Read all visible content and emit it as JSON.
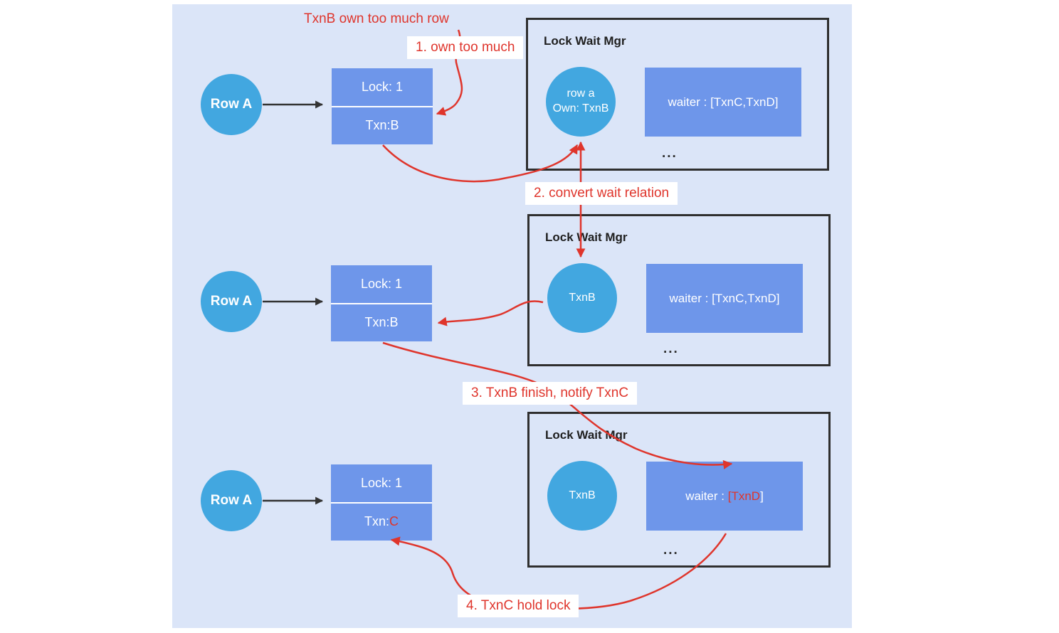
{
  "annotations": {
    "top_note": "TxnB own too much row",
    "step1": "1. own too much",
    "step2": "2. convert wait relation",
    "step3": "3. TxnB finish, notify TxnC",
    "step4": "4. TxnC hold lock"
  },
  "rows": [
    {
      "row_label": "Row A",
      "lock_cell": "Lock: 1",
      "txn_prefix": "Txn: ",
      "txn_value": "B",
      "mgr": {
        "title": "Lock Wait Mgr",
        "node_line1": "row a",
        "node_line2": "Own: TxnB",
        "waiter_prefix": "waiter : ",
        "waiter_value": "[TxnC,TxnD]",
        "ellipsis": "..."
      }
    },
    {
      "row_label": "Row A",
      "lock_cell": "Lock: 1",
      "txn_prefix": "Txn: ",
      "txn_value": "B",
      "mgr": {
        "title": "Lock Wait Mgr",
        "node_label": "TxnB",
        "waiter_prefix": "waiter : ",
        "waiter_value": "[TxnC,TxnD]",
        "ellipsis": "..."
      }
    },
    {
      "row_label": "Row A",
      "lock_cell": "Lock: 1",
      "txn_prefix": "Txn: ",
      "txn_value": "C",
      "mgr": {
        "title": "Lock Wait Mgr",
        "node_label": "TxnB",
        "waiter_prefix": "waiter : ",
        "waiter_red": "[TxnD",
        "waiter_tail": "]",
        "ellipsis": "..."
      }
    }
  ],
  "colors": {
    "panel_bg": "#dbe5f8",
    "node_fill": "#42a7e0",
    "box_fill": "#6e96ea",
    "red": "#df352c",
    "black_arrow": "#333333",
    "mgr_border": "#2f2f2f"
  }
}
